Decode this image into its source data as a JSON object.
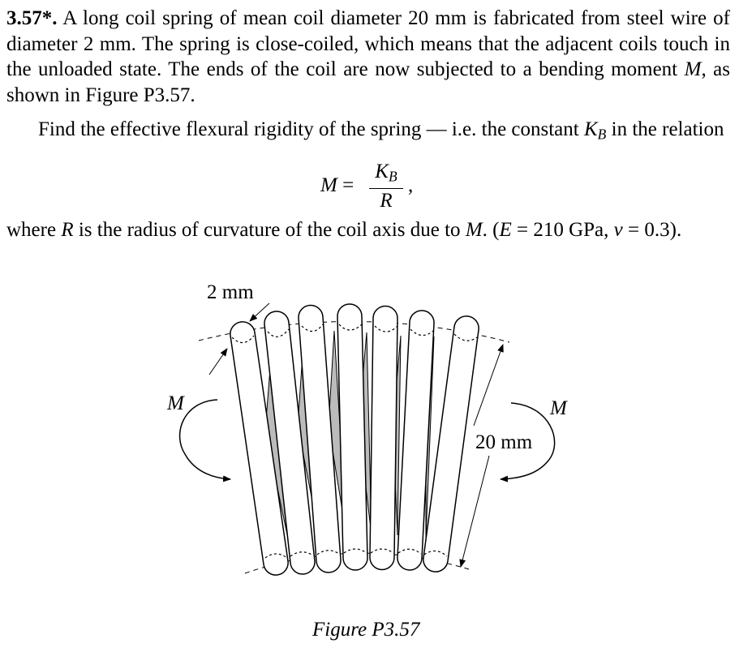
{
  "problem": {
    "number": "3.57*.",
    "p1": "A long coil spring of mean coil diameter 20 mm is fabricated from steel wire of diameter 2 mm. The spring is close-coiled, which means that the adjacent coils touch in the unloaded state. The ends of the coil are now subjected to a bending moment",
    "p1_var": "M",
    "p1_end": ", as shown in Figure P3.57.",
    "p2": "Find the effective flexural rigidity of the spring — i.e. the constant",
    "p2_var": "K",
    "p2_sub": "B",
    "p2_end": "in the relation"
  },
  "equation": {
    "lhs": "M",
    "eq": "=",
    "num_var": "K",
    "num_sub": "B",
    "den": "R",
    "trail": ","
  },
  "where": {
    "t1": "where",
    "v1": "R",
    "t2": "is the radius of curvature of the coil axis due to",
    "v2": "M",
    "t3": ". (",
    "v3": "E",
    "t4": "= 210 GPa,",
    "v4": "ν",
    "t5": "= 0.3)."
  },
  "figure": {
    "wire_label": "2 mm",
    "coil_label": "20 mm",
    "moment_left": "M",
    "moment_right": "M",
    "caption": "Figure P3.57"
  }
}
